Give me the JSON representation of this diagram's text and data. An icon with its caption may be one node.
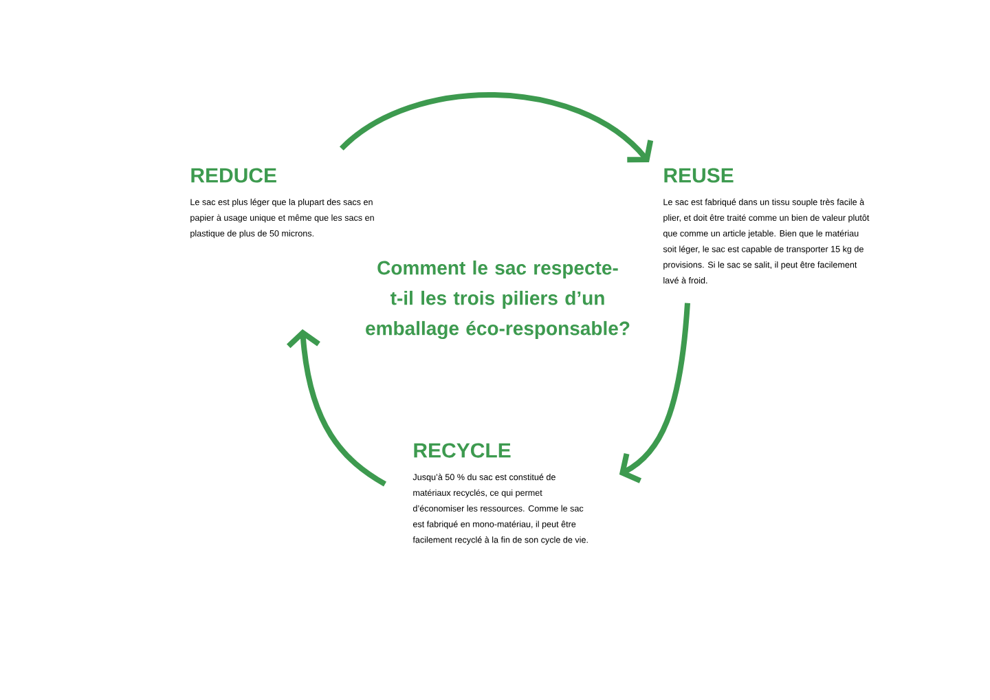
{
  "diagram": {
    "title": "Comment le sac respecte-t-il les trois piliers d’un emballage éco-responsable?",
    "nodes": [
      {
        "text": [
          "REDUCE",
          "Le sac est plus léger que la plupart des sacs en papier à usage unique et même que les sacs en plastique de plus de 50 microns."
        ]
      },
      {
        "text": [
          "REUSE",
          "Le sac est fabriqué dans un tissu souple très facile à plier, et doit être traité comme un bien de valeur plutôt que comme un article jetable. Bien que le matériau soit léger, le sac est capable de transporter 15 kg de provisions. Si le sac se salit, il peut être facilement lavé à froid."
        ]
      },
      {
        "text": [
          "RECYCLE",
          "Jusqu’à 50 % du sac est constitué de matériaux recyclés, ce qui permet d’économiser les ressources. Comme le sac est fabriqué en mono-matériau, il peut être facilement recyclé à la fin de son cycle de vie."
        ]
      }
    ],
    "edges": [
      {
        "from": 0,
        "to": 1,
        "arrow": "to"
      },
      {
        "from": 1,
        "to": 2,
        "arrow": "to"
      },
      {
        "from": 2,
        "to": 0,
        "arrow": "to"
      }
    ]
  }
}
